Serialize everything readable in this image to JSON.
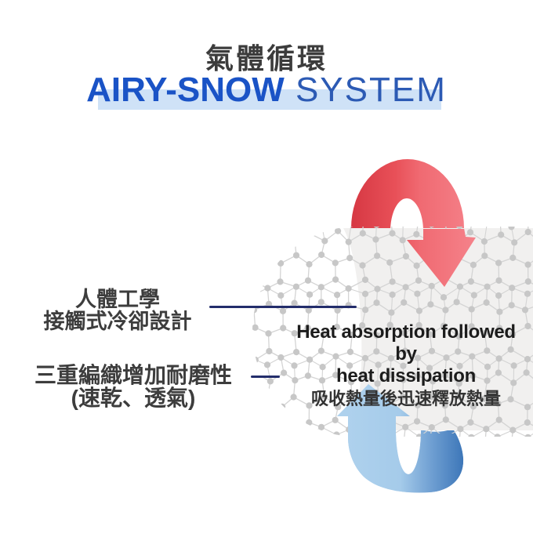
{
  "header": {
    "title_zh": "氣體循環",
    "brand_bold": "AIRY-SNOW",
    "brand_light": " SYSTEM"
  },
  "callouts": {
    "ergonomic": {
      "line1": "人體工學",
      "line2": "接觸式冷卻設計"
    },
    "weave": {
      "line1": "三重編織增加耐磨性",
      "line2": "(速乾、透氣)"
    },
    "heat": {
      "en_line1": "Heat absorption followed by",
      "en_line2": "heat dissipation",
      "zh": "吸收熱量後迅速釋放熱量"
    }
  },
  "icons": {
    "down_arrow": "heat-absorption-arrow-down",
    "up_arrow": "heat-dissipation-arrow-up",
    "mesh": "knit-fabric-mesh"
  },
  "colors": {
    "brand_blue": "#1a53c6",
    "brand_blue_light": "#2c5ab4",
    "title_highlight": "#cfe2f7",
    "connector_navy": "#232d6b",
    "arrow_red_dark": "#d63843",
    "arrow_red_light": "#f5838b",
    "arrow_blue_light": "#aed1ed",
    "arrow_blue_dark": "#3c76b8",
    "mesh_line": "#d4d4d4",
    "mesh_node": "#c7c7c7",
    "mesh_fill": "#f1f0ef",
    "text_dark": "#3d3d3d"
  }
}
